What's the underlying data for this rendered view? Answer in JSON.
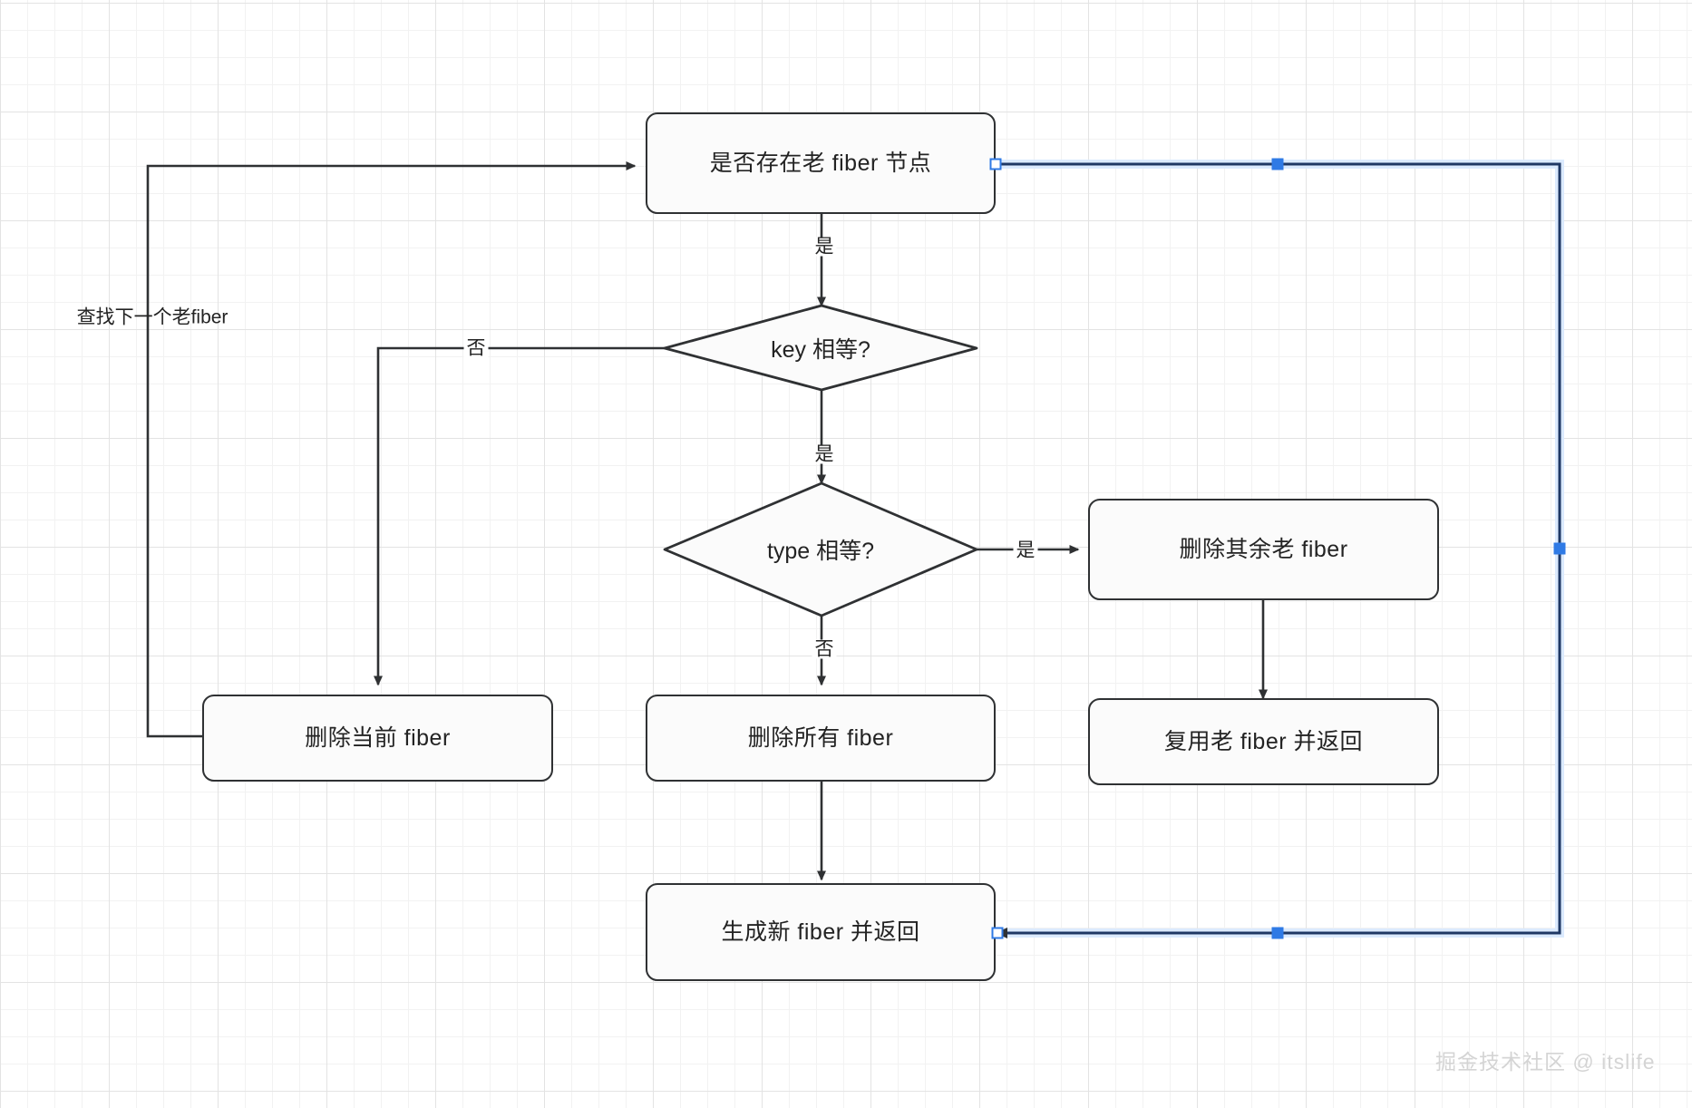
{
  "diagram": {
    "title": "React fiber diff flowchart",
    "watermark": "掘金技术社区 @ itslife",
    "colors": {
      "node_stroke": "#2f3133",
      "node_fill": "#fbfbfb",
      "edge_stroke": "#2f3133",
      "selected_edge": "#1f3864",
      "handle_accent": "#2f7ae5",
      "grid_minor": "#f2f2f2",
      "grid_major": "#e3e3e3",
      "text": "#232323"
    },
    "nodes": [
      {
        "id": "has-old-fiber",
        "shape": "rectangle",
        "label": "是否存在老 fiber 节点"
      },
      {
        "id": "key-equal",
        "shape": "diamond",
        "label": "key 相等?"
      },
      {
        "id": "type-equal",
        "shape": "diamond",
        "label": "type 相等?"
      },
      {
        "id": "delete-current-fiber",
        "shape": "rectangle",
        "label": "删除当前 fiber"
      },
      {
        "id": "delete-all-fiber",
        "shape": "rectangle",
        "label": "删除所有 fiber"
      },
      {
        "id": "delete-rest-old-fiber",
        "shape": "rectangle",
        "label": "删除其余老 fiber"
      },
      {
        "id": "reuse-old-fiber-return",
        "shape": "rectangle",
        "label": "复用老 fiber 并返回"
      },
      {
        "id": "create-new-fiber-return",
        "shape": "rectangle",
        "label": "生成新 fiber 并返回"
      }
    ],
    "edge_labels": {
      "find_next_old_fiber": "查找下一个老fiber",
      "has_old_fiber_yes": "是",
      "key_equal_no": "否",
      "key_equal_yes": "是",
      "type_equal_yes": "是",
      "type_equal_no": "否"
    },
    "edges": [
      {
        "from": "loop-back",
        "to": "has-old-fiber",
        "label": "查找下一个老fiber",
        "selected": false
      },
      {
        "from": "has-old-fiber",
        "to": "key-equal",
        "label": "是",
        "selected": false
      },
      {
        "from": "key-equal",
        "to": "delete-current-fiber",
        "label": "否",
        "selected": false
      },
      {
        "from": "key-equal",
        "to": "type-equal",
        "label": "是",
        "selected": false
      },
      {
        "from": "type-equal",
        "to": "delete-rest-old-fiber",
        "label": "是",
        "selected": false
      },
      {
        "from": "type-equal",
        "to": "delete-all-fiber",
        "label": "否",
        "selected": false
      },
      {
        "from": "delete-all-fiber",
        "to": "create-new-fiber-return",
        "label": "",
        "selected": false
      },
      {
        "from": "delete-rest-old-fiber",
        "to": "reuse-old-fiber-return",
        "label": "",
        "selected": false
      },
      {
        "from": "has-old-fiber",
        "to": "create-new-fiber-return",
        "label": "",
        "selected": true
      }
    ]
  }
}
